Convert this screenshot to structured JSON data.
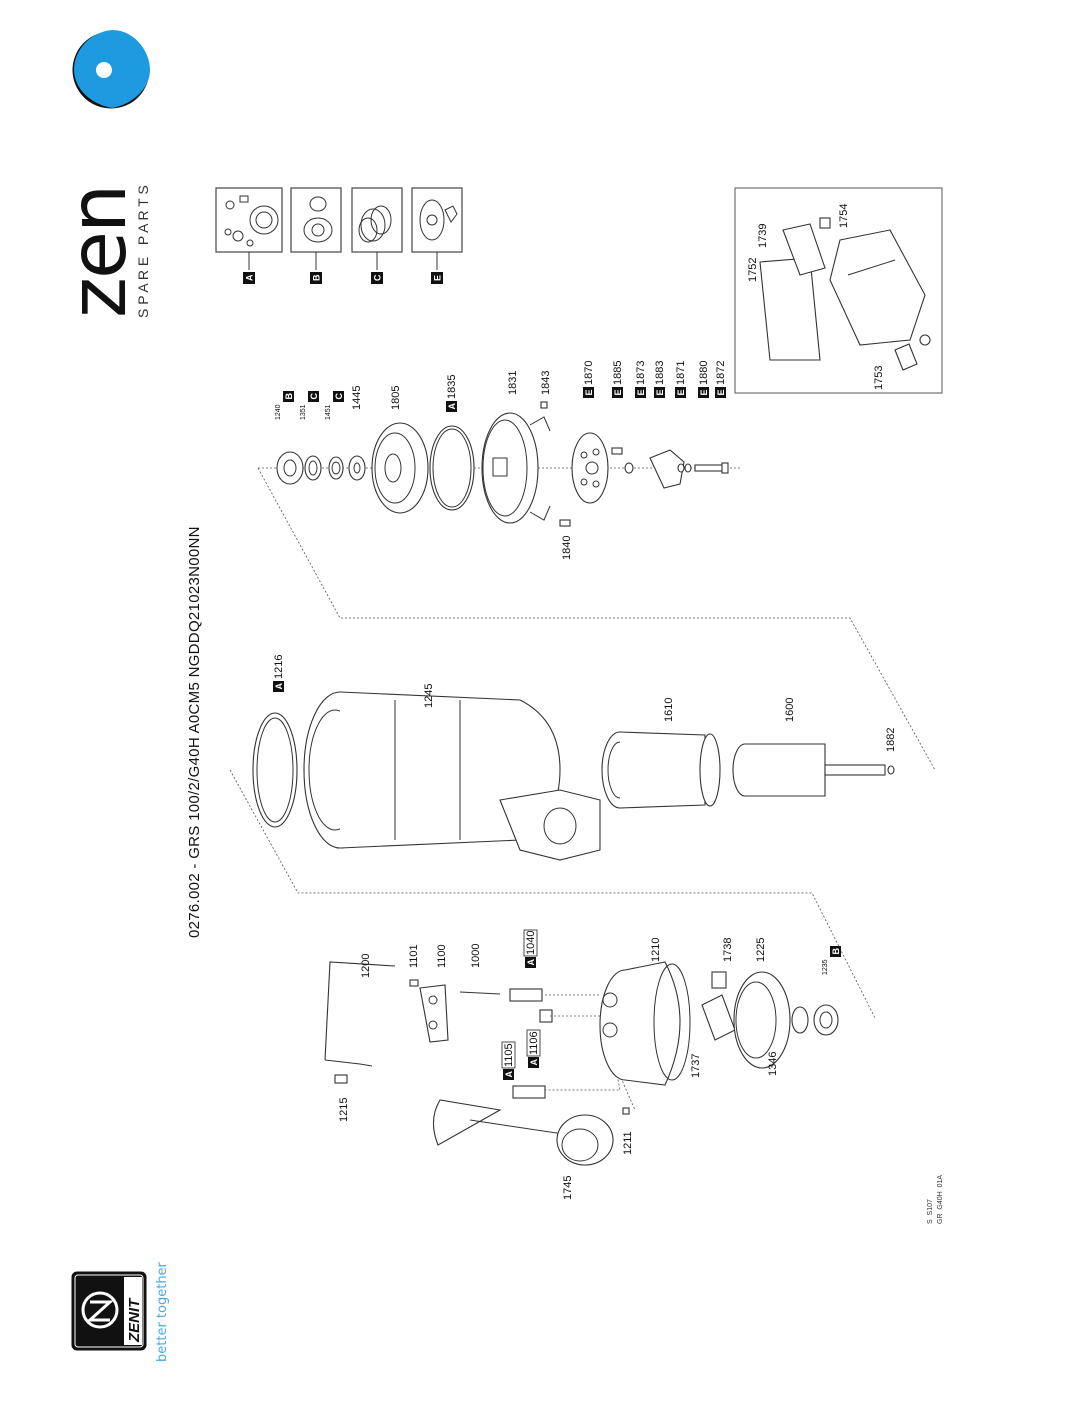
{
  "title": "0276.002 - GRS 100/2/G40H A0CM5 NGDDQ21023N00NN",
  "brand": {
    "zeno_logo": "zeno",
    "zeno_sub": "S P A R E   P A R T S",
    "zenit_logo": "ZENIT",
    "tagline": "better together",
    "accent": "#1e9be0",
    "tagline_color": "#4aa8e0"
  },
  "kits": [
    {
      "letter": "A"
    },
    {
      "letter": "B"
    },
    {
      "letter": "C"
    },
    {
      "letter": "E"
    }
  ],
  "labels": [
    {
      "num": "1240",
      "kit": "B"
    },
    {
      "num": "1351",
      "kit": "C"
    },
    {
      "num": "1451",
      "kit": "C"
    },
    {
      "num": "1445",
      "kit": ""
    },
    {
      "num": "1805",
      "kit": ""
    },
    {
      "num": "1835",
      "kit": "A"
    },
    {
      "num": "1831",
      "kit": ""
    },
    {
      "num": "1843",
      "kit": ""
    },
    {
      "num": "1870",
      "kit": "E"
    },
    {
      "num": "1885",
      "kit": "E"
    },
    {
      "num": "1873",
      "kit": "E"
    },
    {
      "num": "1883",
      "kit": "E"
    },
    {
      "num": "1871",
      "kit": "E"
    },
    {
      "num": "1880",
      "kit": "E"
    },
    {
      "num": "1872",
      "kit": "E"
    },
    {
      "num": "1840",
      "kit": ""
    },
    {
      "num": "1216",
      "kit": "A"
    },
    {
      "num": "1245",
      "kit": ""
    },
    {
      "num": "1610",
      "kit": ""
    },
    {
      "num": "1600",
      "kit": ""
    },
    {
      "num": "1882",
      "kit": ""
    },
    {
      "num": "1200",
      "kit": ""
    },
    {
      "num": "1101",
      "kit": ""
    },
    {
      "num": "1100",
      "kit": ""
    },
    {
      "num": "1000",
      "kit": ""
    },
    {
      "num": "1040",
      "kit": "A"
    },
    {
      "num": "1210",
      "kit": ""
    },
    {
      "num": "1738",
      "kit": ""
    },
    {
      "num": "1225",
      "kit": ""
    },
    {
      "num": "1235",
      "kit": "B"
    },
    {
      "num": "1105",
      "kit": "A"
    },
    {
      "num": "1106",
      "kit": "A"
    },
    {
      "num": "1215",
      "kit": ""
    },
    {
      "num": "1745",
      "kit": ""
    },
    {
      "num": "1211",
      "kit": ""
    },
    {
      "num": "1737",
      "kit": ""
    },
    {
      "num": "1346",
      "kit": ""
    },
    {
      "num": "1739",
      "kit": ""
    },
    {
      "num": "1752",
      "kit": ""
    },
    {
      "num": "1754",
      "kit": ""
    },
    {
      "num": "1753",
      "kit": ""
    }
  ],
  "footer": {
    "line1": "S  S107",
    "line2": "GR  G40H  01A"
  }
}
